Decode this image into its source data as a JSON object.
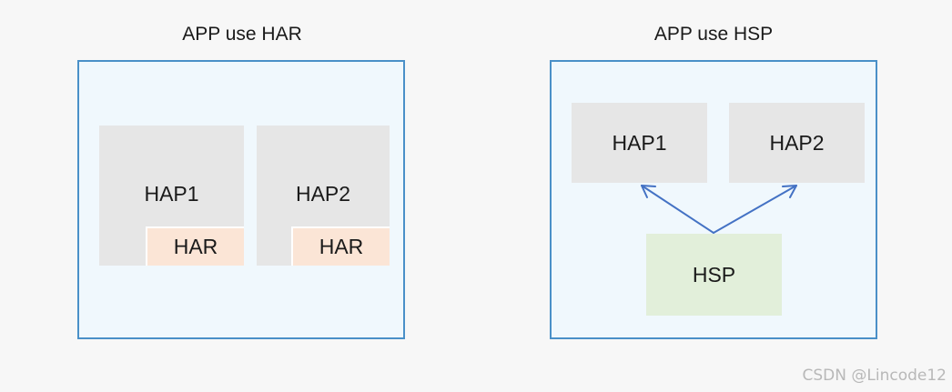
{
  "left_diagram": {
    "title": "APP use HAR",
    "hap1_label": "HAP1",
    "hap2_label": "HAP2",
    "har1_label": "HAR",
    "har2_label": "HAR"
  },
  "right_diagram": {
    "title": "APP use HSP",
    "hap1_label": "HAP1",
    "hap2_label": "HAP2",
    "hsp_label": "HSP"
  },
  "watermark": "CSDN @Lincode12",
  "colors": {
    "panel_border": "#4a90c8",
    "panel_fill": "#f0f8fd",
    "hap_fill": "#e6e6e6",
    "har_fill": "#fbe5d6",
    "hsp_fill": "#e2efda",
    "arrow": "#4472c4"
  }
}
